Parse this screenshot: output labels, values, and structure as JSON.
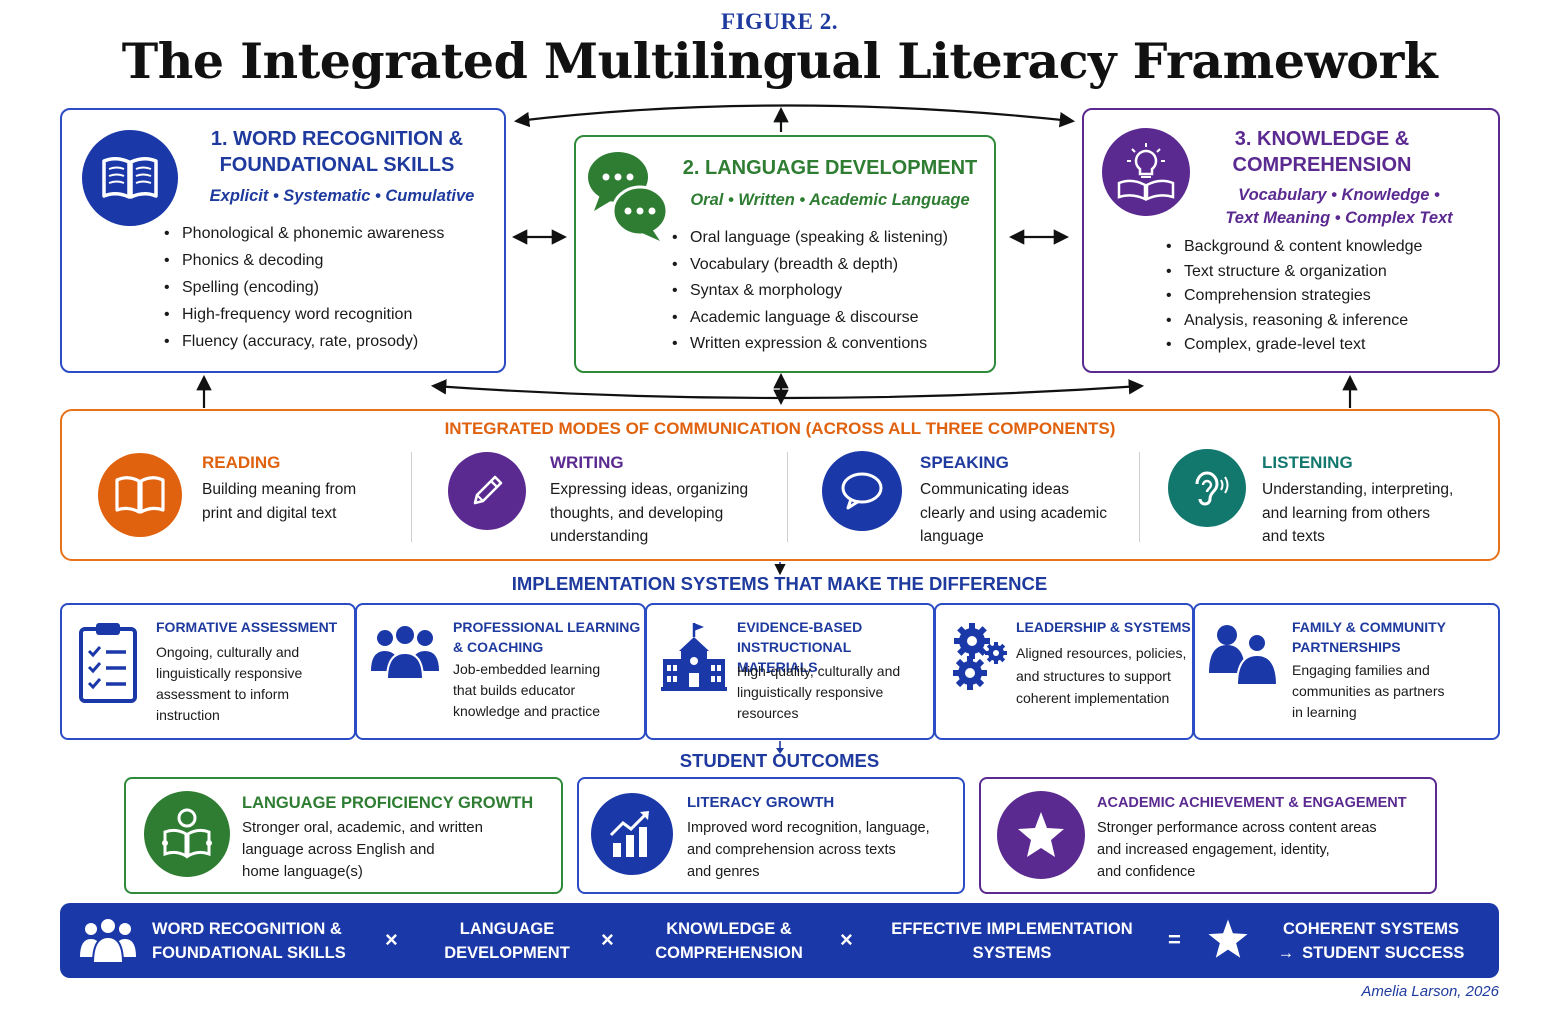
{
  "figure_label": "FIGURE 2.",
  "title": "The Integrated Multilingual Literacy Framework",
  "components": [
    {
      "title_line1": "1. WORD RECOGNITION &",
      "title_line2": "FOUNDATIONAL SKILLS",
      "subtitle_line1": "Explicit • Systematic • Cumulative",
      "subtitle_line2": "",
      "icon": "open-book-icon",
      "color": "#1f3a9e",
      "items": [
        "Phonological & phonemic awareness",
        "Phonics & decoding",
        "Spelling (encoding)",
        "High-frequency word recognition",
        "Fluency (accuracy, rate, prosody)"
      ]
    },
    {
      "title_line1": "2. LANGUAGE DEVELOPMENT",
      "title_line2": "",
      "subtitle_line1": "Oral • Written • Academic Language",
      "subtitle_line2": "",
      "icon": "speech-bubbles-icon",
      "color": "#2e7d32",
      "items": [
        "Oral language (speaking & listening)",
        "Vocabulary (breadth & depth)",
        "Syntax & morphology",
        "Academic language & discourse",
        "Written expression & conventions"
      ]
    },
    {
      "title_line1": "3. KNOWLEDGE &",
      "title_line2": "COMPREHENSION",
      "subtitle_line1": "Vocabulary • Knowledge •",
      "subtitle_line2": "Text Meaning • Complex Text",
      "icon": "lightbulb-book-icon",
      "color": "#5b2a91",
      "items": [
        "Background & content knowledge",
        "Text structure & organization",
        "Comprehension strategies",
        "Analysis, reasoning & inference",
        "Complex, grade-level text"
      ]
    }
  ],
  "modes": {
    "title": "INTEGRATED MODES OF COMMUNICATION (ACROSS ALL THREE COMPONENTS)",
    "items": [
      {
        "name": "READING",
        "desc1": "Building meaning from",
        "desc2": "print and digital text",
        "desc3": "",
        "icon": "book-icon",
        "color": "#e0620e"
      },
      {
        "name": "WRITING",
        "desc1": "Expressing ideas, organizing",
        "desc2": "thoughts, and developing",
        "desc3": "understanding",
        "icon": "pencil-icon",
        "color": "#5b2a91"
      },
      {
        "name": "SPEAKING",
        "desc1": "Communicating ideas",
        "desc2": "clearly and using academic",
        "desc3": "language",
        "icon": "speech-bubble-icon",
        "color": "#1f3a9e"
      },
      {
        "name": "LISTENING",
        "desc1": "Understanding, interpreting,",
        "desc2": "and learning from others",
        "desc3": "and texts",
        "icon": "ear-icon",
        "color": "#12786e"
      }
    ]
  },
  "implementation": {
    "title": "IMPLEMENTATION SYSTEMS THAT MAKE THE DIFFERENCE",
    "items": [
      {
        "t1": "FORMATIVE ASSESSMENT",
        "t2": "",
        "d1": "Ongoing, culturally and",
        "d2": "linguistically responsive",
        "d3": "assessment to inform",
        "d4": "instruction",
        "icon": "clipboard-checklist-icon"
      },
      {
        "t1": "PROFESSIONAL LEARNING",
        "t2": "& COACHING",
        "d1": "Job-embedded learning",
        "d2": "that builds educator",
        "d3": "knowledge and practice",
        "d4": "",
        "icon": "group-icon"
      },
      {
        "t1": "EVIDENCE-BASED",
        "t2": "INSTRUCTIONAL MATERIALS",
        "d1": "High-quality, culturally and",
        "d2": "linguistically responsive",
        "d3": "resources",
        "d4": "",
        "icon": "school-building-icon"
      },
      {
        "t1": "LEADERSHIP & SYSTEMS",
        "t2": "",
        "d1": "Aligned resources, policies,",
        "d2": "and structures to support",
        "d3": "coherent implementation",
        "d4": "",
        "icon": "gears-icon"
      },
      {
        "t1": "FAMILY & COMMUNITY",
        "t2": "PARTNERSHIPS",
        "d1": "Engaging families and",
        "d2": "communities as partners",
        "d3": "in learning",
        "d4": "",
        "icon": "family-icon"
      }
    ]
  },
  "outcomes": {
    "title": "STUDENT OUTCOMES",
    "items": [
      {
        "title": "LANGUAGE PROFICIENCY GROWTH",
        "d1": "Stronger oral, academic, and written",
        "d2": "language across English and",
        "d3": "home language(s)",
        "icon": "student-reading-icon",
        "color": "#2e7d32"
      },
      {
        "title": "LITERACY GROWTH",
        "d1": "Improved word recognition, language,",
        "d2": "and comprehension across texts",
        "d3": "and genres",
        "icon": "growth-chart-icon",
        "color": "#1f3a9e"
      },
      {
        "title": "ACADEMIC ACHIEVEMENT & ENGAGEMENT",
        "d1": "Stronger performance across content areas",
        "d2": "and increased engagement, identity,",
        "d3": "and confidence",
        "icon": "star-icon",
        "color": "#5b2a91"
      }
    ]
  },
  "equation": {
    "term1_l1": "WORD RECOGNITION &",
    "term1_l2": "FOUNDATIONAL SKILLS",
    "term2_l1": "LANGUAGE",
    "term2_l2": "DEVELOPMENT",
    "term3_l1": "KNOWLEDGE &",
    "term3_l2": "COMPREHENSION",
    "term4_l1": "EFFECTIVE IMPLEMENTATION",
    "term4_l2": "SYSTEMS",
    "times": "×",
    "equals": "=",
    "result_l1": "COHERENT SYSTEMS",
    "result_l2": "STUDENT SUCCESS",
    "arrow": "→"
  },
  "credit": "Amelia Larson, 2026"
}
